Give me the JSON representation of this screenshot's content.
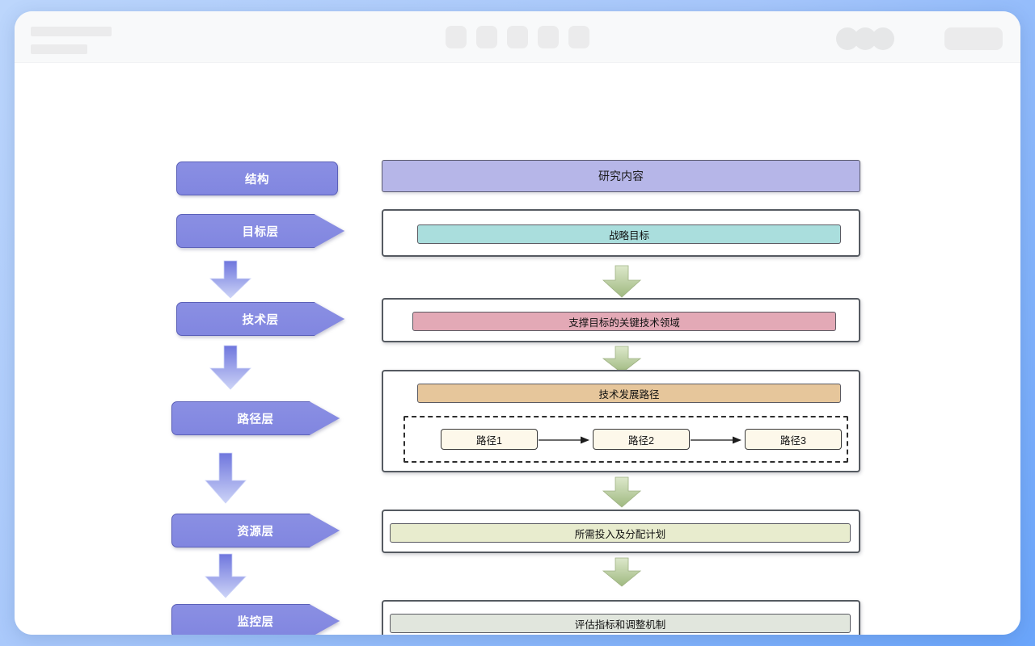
{
  "window": {
    "titlebar": {
      "left_placeholders": [
        "title-placeholder-bar",
        "subtitle-placeholder-bar"
      ],
      "center_buttons": [
        "toolbar-square-1",
        "toolbar-square-2",
        "toolbar-square-3",
        "toolbar-square-4",
        "toolbar-square-5"
      ],
      "right_avatars": [
        "avatar-1",
        "avatar-2",
        "avatar-3"
      ],
      "right_pill": "action-pill-placeholder"
    }
  },
  "diagram": {
    "left_column": {
      "items": [
        {
          "label": "结构",
          "shape": "rect"
        },
        {
          "label": "目标层",
          "shape": "pointy"
        },
        {
          "label": "技术层",
          "shape": "pointy"
        },
        {
          "label": "路径层",
          "shape": "pointy"
        },
        {
          "label": "资源层",
          "shape": "pointy"
        },
        {
          "label": "监控层",
          "shape": "pointy"
        }
      ],
      "chip_fill": "#8186e0",
      "chip_border": "#5b60b8",
      "arrow_gradient_top": "#6f76dd",
      "arrow_gradient_bottom": "#ccd3f7"
    },
    "right_column": {
      "header": {
        "label": "研究内容",
        "fill": "#b6b6e8"
      },
      "blocks": [
        {
          "name": "goal-block",
          "inner_label": "战略目标",
          "inner_fill": "#aadedd"
        },
        {
          "name": "technology-block",
          "inner_label": "支撑目标的关键技术领域",
          "inner_fill": "#e3a9b6"
        },
        {
          "name": "path-block",
          "inner_label": "技术发展路径",
          "inner_fill": "#e6c69b"
        },
        {
          "name": "resource-block",
          "inner_label": "所需投入及分配计划",
          "inner_fill": "#e8ecce"
        },
        {
          "name": "monitor-block",
          "inner_label": "评估指标和调整机制",
          "inner_fill": "#e1e6dd"
        }
      ],
      "path_nodes": [
        "路径1",
        "路径2",
        "路径3"
      ],
      "path_node_fill": "#fdf8ea",
      "arrow_gradient_top": "#dde8cb",
      "arrow_gradient_bottom": "#9fb980"
    }
  }
}
